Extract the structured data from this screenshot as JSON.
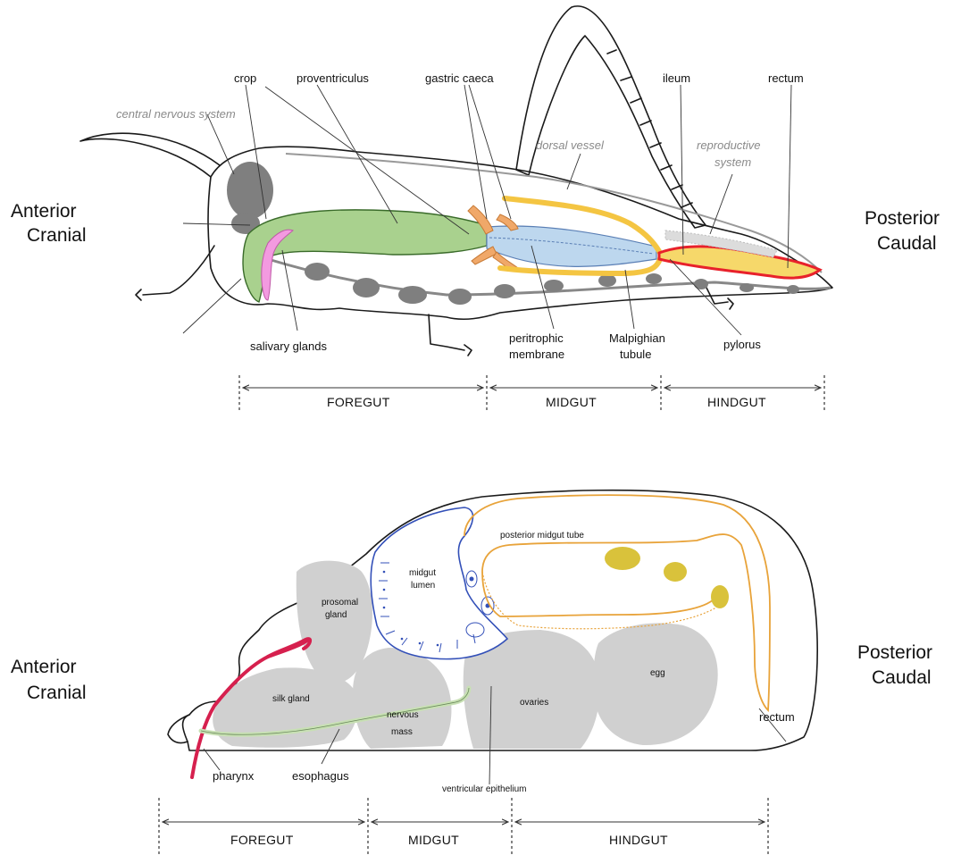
{
  "colors": {
    "crop": "#a9d18e",
    "midgut_blue": "#bdd7ee",
    "malpighian": "#f4c542",
    "rectum_red": "#e8212b",
    "rectum_fill": "#f6d86a",
    "salivary": "#f39ae0",
    "caeca": "#f0a869",
    "nerve": "#7f7f7f",
    "blue_epithelium": "#3350b8",
    "orange_epithelium": "#e8a33a",
    "gray_organs": "#d0d0d0",
    "pharynx_red": "#d6204e",
    "esophagus_green": "#c8e0b4"
  },
  "sides": {
    "anterior_top": "Anterior",
    "cranial_top": "Cranial",
    "posterior_top": "Posterior",
    "caudal_top": "Caudal",
    "anterior_bottom": "Anterior",
    "cranial_bottom": "Cranial",
    "posterior_bottom": "Posterior",
    "caudal_bottom": "Caudal"
  },
  "grasshopper": {
    "crop": "crop",
    "proventriculus": "proventriculus",
    "gastric_caeca": "gastric caeca",
    "ileum": "ileum",
    "rectum": "rectum",
    "cns": "central nervous system",
    "dorsal_vessel": "dorsal vessel",
    "reproductive_1": "reproductive",
    "reproductive_2": "system",
    "salivary": "salivary glands",
    "peritrophic_1": "peritrophic",
    "peritrophic_2": "membrane",
    "malpighian_1": "Malpighian",
    "malpighian_2": "tubule",
    "pylorus": "pylorus"
  },
  "segments_top": {
    "foregut": "FOREGUT",
    "midgut": "MIDGUT",
    "hindgut": "HINDGUT"
  },
  "spider": {
    "posterior_midgut_tube": "posterior midgut tube",
    "midgut_1": "midgut",
    "midgut_2": "lumen",
    "prosomal_1": "prosomal",
    "prosomal_2": "gland",
    "silk_gland": "silk gland",
    "nervous_1": "nervous",
    "nervous_2": "mass",
    "ovaries": "ovaries",
    "egg": "egg",
    "rectum": "rectum",
    "pharynx": "pharynx",
    "esophagus": "esophagus",
    "ventricular": "ventricular epithelium"
  },
  "segments_bottom": {
    "foregut": "FOREGUT",
    "midgut": "MIDGUT",
    "hindgut": "HINDGUT"
  }
}
